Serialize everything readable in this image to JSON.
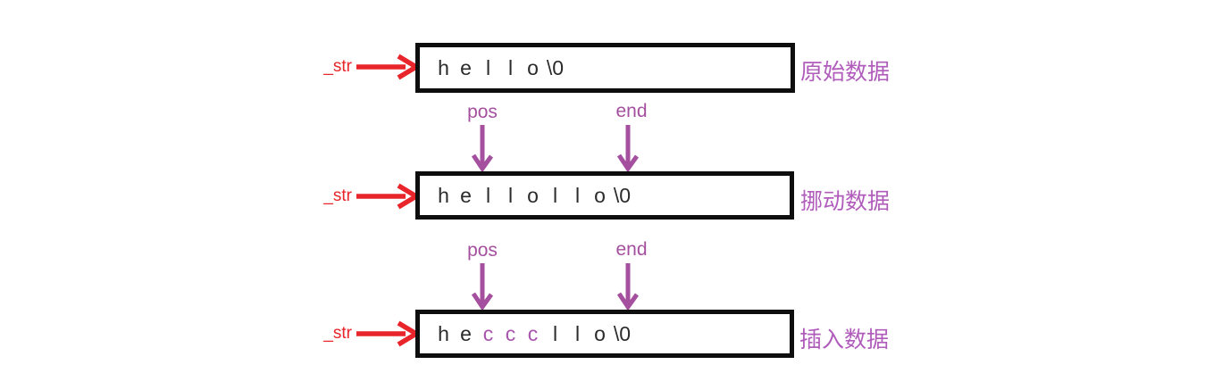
{
  "diagram_title": "string insert memory diagram",
  "colors": {
    "red": "#e8252a",
    "purple": "#a4509f",
    "caption_purple": "#b05cbb",
    "highlight_purple": "#a855ad",
    "text_dark": "#2b2b2b",
    "border_black": "#0e0e0e"
  },
  "pointer_sets": [
    {
      "pos_label": "pos",
      "end_label": "end"
    },
    {
      "pos_label": "pos",
      "end_label": "end"
    }
  ],
  "rows": [
    {
      "str_label": "_str",
      "caption": "原始数据",
      "chars": [
        {
          "ch": "h",
          "hl": false
        },
        {
          "ch": "e",
          "hl": false
        },
        {
          "ch": "l",
          "hl": false
        },
        {
          "ch": "l",
          "hl": false
        },
        {
          "ch": "o",
          "hl": false
        },
        {
          "ch": "\\0",
          "hl": false
        }
      ]
    },
    {
      "str_label": "_str",
      "caption": "挪动数据",
      "chars": [
        {
          "ch": "h",
          "hl": false
        },
        {
          "ch": "e",
          "hl": false
        },
        {
          "ch": "l",
          "hl": false
        },
        {
          "ch": "l",
          "hl": false
        },
        {
          "ch": "o",
          "hl": false
        },
        {
          "ch": "l",
          "hl": false
        },
        {
          "ch": "l",
          "hl": false
        },
        {
          "ch": "o",
          "hl": false
        },
        {
          "ch": "\\0",
          "hl": false
        }
      ]
    },
    {
      "str_label": "_str",
      "caption": "插入数据",
      "chars": [
        {
          "ch": "h",
          "hl": false
        },
        {
          "ch": "e",
          "hl": false
        },
        {
          "ch": "c",
          "hl": true
        },
        {
          "ch": "c",
          "hl": true
        },
        {
          "ch": "c",
          "hl": true
        },
        {
          "ch": "l",
          "hl": false
        },
        {
          "ch": "l",
          "hl": false
        },
        {
          "ch": "o",
          "hl": false
        },
        {
          "ch": "\\0",
          "hl": false
        }
      ]
    }
  ]
}
